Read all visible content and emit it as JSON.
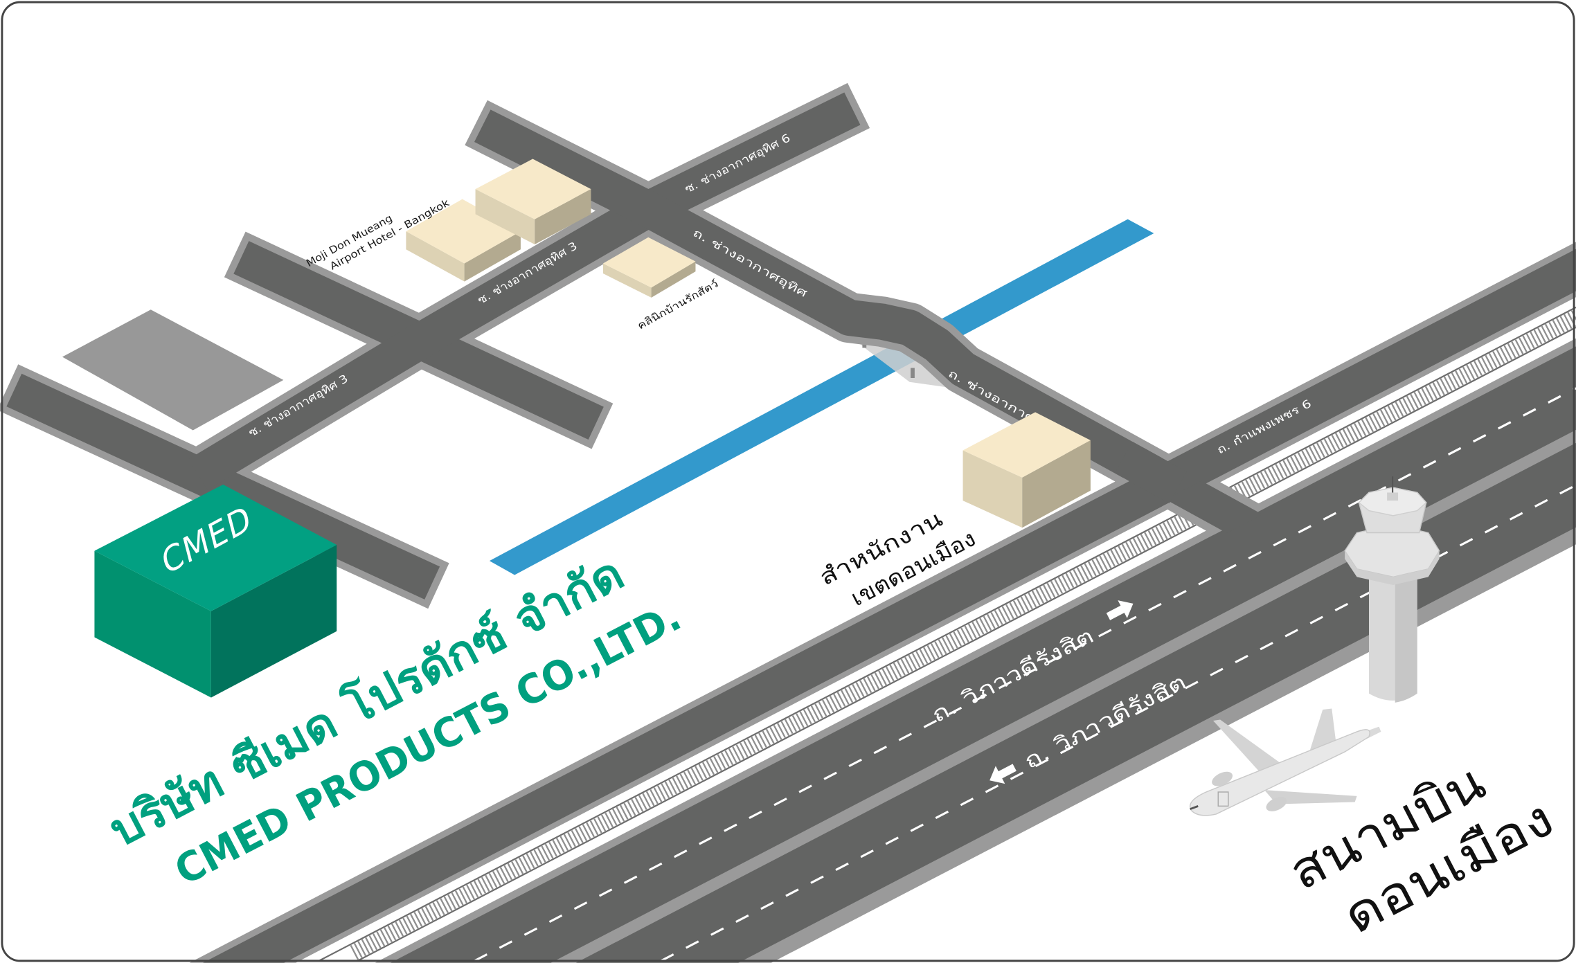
{
  "map": {
    "company": {
      "name_th": "บริษัท ซีเมด โปรดักซ์ จำกัด",
      "name_en": "CMED PRODUCTS CO.,LTD.",
      "logo": "CMED"
    },
    "roads": {
      "soi3_a": "ซ. ช่างอากาศอุทิศ 3",
      "soi3_b": "ซ. ช่างอากาศอุทิศ 3",
      "soi6": "ซ. ช่างอากาศอุทิศ 6",
      "changarkat_a": "ถ. ช่างอากาศอุทิศ",
      "changarkat_b": "ถ. ช่างอากาศอุทิศ",
      "kamphaeng_phet6": "ถ. กำแพงเพชร 6",
      "vibhavadi_a": "ถ. วิภาวดีรังสิต",
      "vibhavadi_b": "ถ. วิภาวดีรังสิต"
    },
    "landmarks": {
      "hotel_line1": "Moji Don Mueang",
      "hotel_line2": "Airport Hotel - Bangkok",
      "clinic": "คลินิกบ้านรักสัตว์",
      "office_line1": "สำหนักงาน",
      "office_line2": "เขตดอนเมือง",
      "airport_line1": "สนามบิน",
      "airport_line2": "ดอนเมือง"
    },
    "icons": [
      "arrow-right-icon",
      "arrow-left-icon",
      "railway-icon",
      "control-tower-icon",
      "airplane-icon",
      "building-icon"
    ],
    "colors": {
      "road": "#636463",
      "road_edge": "#9a9a9a",
      "river": "#3399cc",
      "lot": "#989898",
      "building_top": "#f7e9c9",
      "building_left": "#ddd2b4",
      "building_right": "#b3aa90",
      "brand_top": "#02a082",
      "brand_left": "#01916f",
      "brand_right": "#01735c",
      "brand_text": "#00a07f",
      "frame": "#444444"
    }
  }
}
